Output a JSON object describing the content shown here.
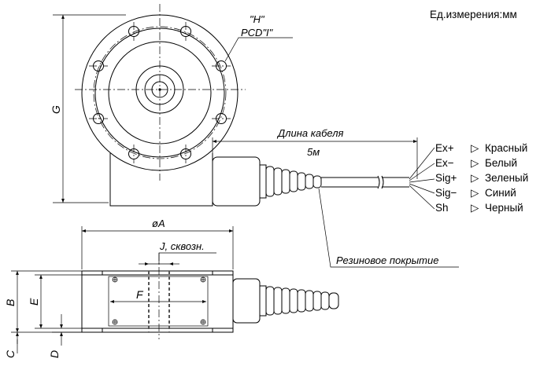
{
  "units_note": "Ед.измерения:мм",
  "callouts": {
    "h_label": "\"H\"",
    "pcd_label": "PCD\"I\"",
    "cable_length_label": "Длина кабеля",
    "cable_length_value": "5м",
    "rubber_coating": "Резиновое покрытие",
    "through_hole": "J, сквозн."
  },
  "dimensions": {
    "g": "G",
    "a": "øA",
    "b": "B",
    "c": "C",
    "d": "D",
    "e": "E",
    "f": "F"
  },
  "wires": [
    {
      "signal": "Ex+",
      "color": "Красный"
    },
    {
      "signal": "Ex−",
      "color": "Белый"
    },
    {
      "signal": "Sig+",
      "color": "Зеленый"
    },
    {
      "signal": "Sig−",
      "color": "Синий"
    },
    {
      "signal": "Sh",
      "color": "Черный"
    }
  ],
  "wire_marker": "▷"
}
